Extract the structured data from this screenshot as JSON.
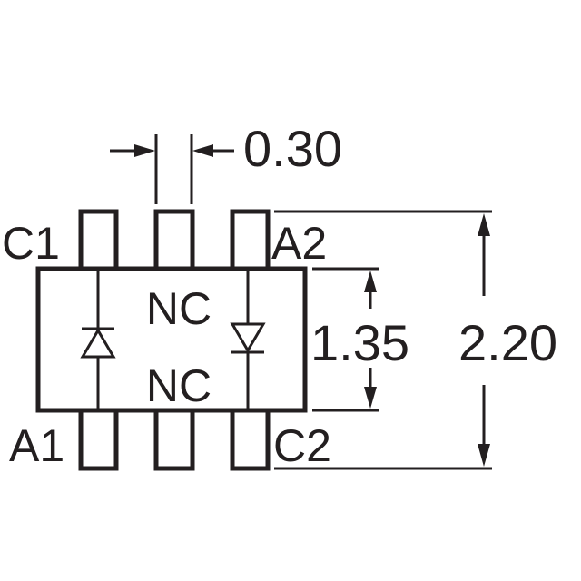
{
  "pins": {
    "c1": "C1",
    "a2": "A2",
    "a1": "A1",
    "c2": "C2"
  },
  "center_labels": {
    "top": "NC",
    "bottom": "NC"
  },
  "dimensions": {
    "lead_width": "0.30",
    "body_height": "1.35",
    "overall_height": "2.20"
  },
  "colors": {
    "ink": "#231f20",
    "background": "#ffffff"
  }
}
